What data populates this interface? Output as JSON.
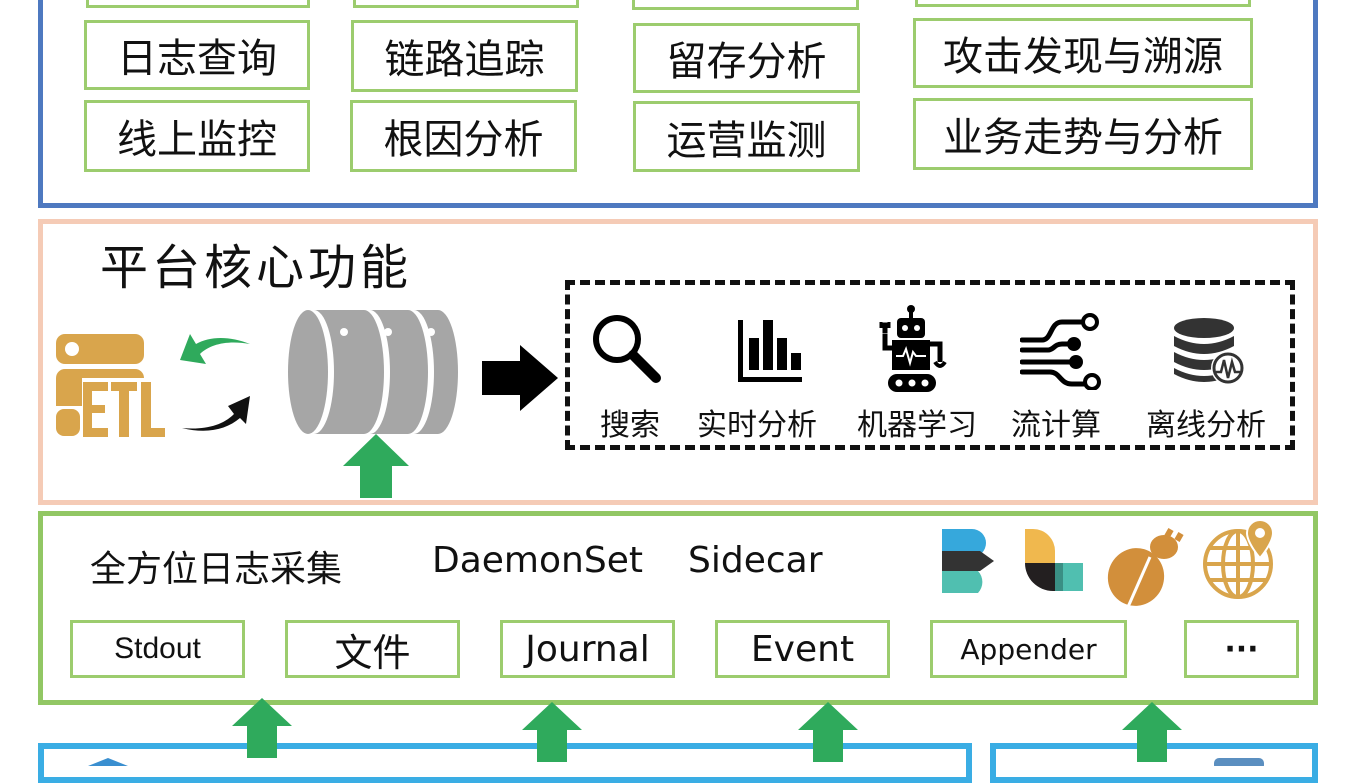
{
  "scenarios": {
    "columns": [
      [
        "日志查询",
        "线上监控"
      ],
      [
        "链路追踪",
        "根因分析"
      ],
      [
        "留存分析",
        "运营监测"
      ],
      [
        "攻击发现与溯源",
        "业务走势与分析"
      ]
    ]
  },
  "core": {
    "title": "平台核心功能",
    "etl_label": "ETL",
    "features": [
      {
        "icon": "search-icon",
        "label": "搜索"
      },
      {
        "icon": "bar-chart-icon",
        "label": "实时分析"
      },
      {
        "icon": "robot-icon",
        "label": "机器学习"
      },
      {
        "icon": "stream-flow-icon",
        "label": "流计算"
      },
      {
        "icon": "database-monitor-icon",
        "label": "离线分析"
      }
    ]
  },
  "collection": {
    "title": "全方位日志采集",
    "modes": [
      "DaemonSet",
      "Sidecar"
    ],
    "logos": [
      "beats-logo-icon",
      "logstash-logo-icon",
      "bee-logo-icon",
      "globe-location-icon"
    ],
    "sources": [
      "Stdout",
      "文件",
      "Journal",
      "Event",
      "Appender",
      "···"
    ]
  },
  "colors": {
    "scenario_border": "#4e79c0",
    "core_border": "#f5cbb6",
    "collect_border": "#92c764",
    "item_border": "#9ccc6e",
    "bottom_border": "#3aade4",
    "arrow_green": "#2faa5c",
    "etl_gold": "#d9a54c",
    "storage_gray": "#a6a6a6"
  }
}
